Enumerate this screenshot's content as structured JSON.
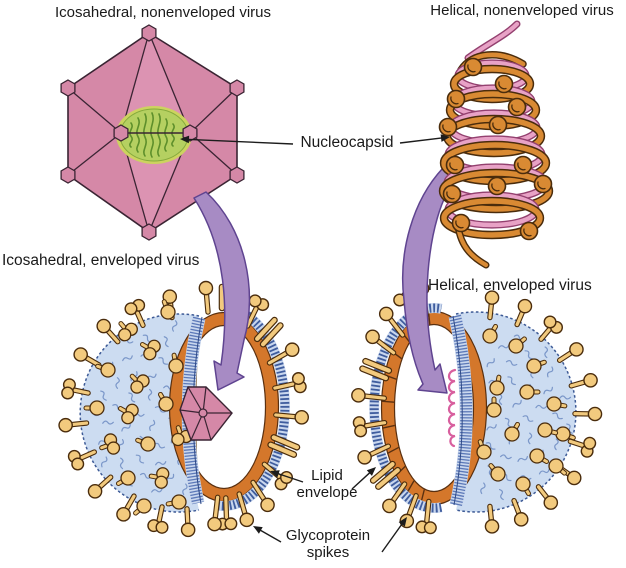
{
  "figure": {
    "labels": {
      "icosahedral_nonenveloped": "Icosahedral, nonenveloped virus",
      "helical_nonenveloped": "Helical, nonenveloped virus",
      "nucleocapsid": "Nucleocapsid",
      "icosahedral_enveloped": "Icosahedral, enveloped virus",
      "helical_enveloped": "Helical, enveloped virus",
      "lipid_envelope": "Lipid envelope",
      "glycoprotein_spikes": "Glycoprotein spikes"
    },
    "colors": {
      "background": "#ffffff",
      "capsid_pink": "#d588a7",
      "capsid_pink_light": "#dc93b2",
      "capsid_outline": "#3a2433",
      "nucleocapsid_green": "#b5d061",
      "nucleocapsid_green_rim": "#ccd35f",
      "dna_green": "#5e8f2b",
      "helix_orange": "#d98a33",
      "helix_pink": "#e8a2c6",
      "helix_outline": "#4a2c0c",
      "arrow_purple": "#a78bc4",
      "arrow_purple_outline": "#5f4490",
      "envelope_blue": "#ccdcf1",
      "texture_blue": "#7b97c9",
      "bilayer_blue": "#5c79b8",
      "band_blue_bg": "#c9d7ee",
      "band_blue_dash": "#3f5d9e",
      "ball_outline_blue": "#3d5a96",
      "envelope_orange": "#d4772b",
      "envelope_orange_outline": "#5a3010",
      "cut_tan": "#d9bd96",
      "cut_tan_outline": "#7a5a30",
      "spike_tan": "#f2ca7e",
      "rna_pink": "#d85f9e",
      "annotation_black": "#1c1c1c"
    }
  }
}
